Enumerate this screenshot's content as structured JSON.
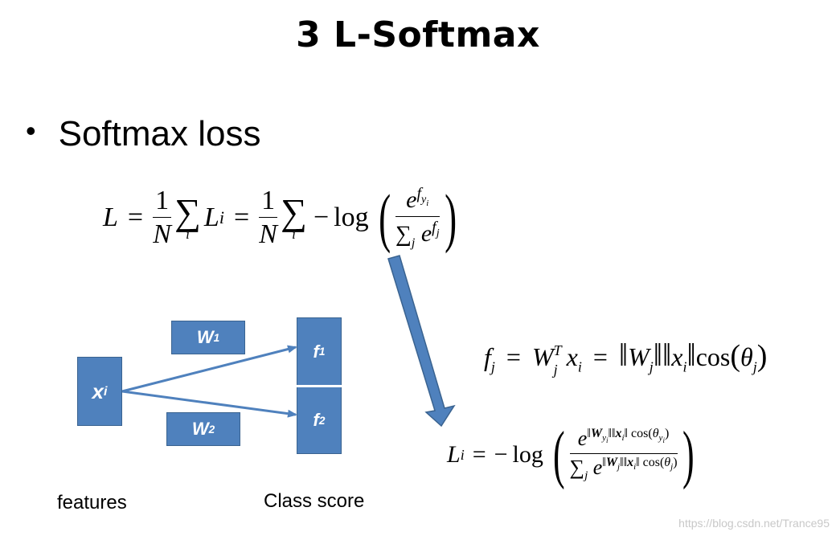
{
  "title": "3 L-Softmax",
  "bullet": {
    "text": "Softmax loss"
  },
  "formula_loss": {
    "lhs": "L",
    "one": "1",
    "N": "N",
    "sum_index": "i",
    "Li": "L",
    "Li_sub": "i",
    "log": "log",
    "e": "e",
    "f": "f",
    "y": "y",
    "sum_j": "j"
  },
  "formula_fj": {
    "text_left": "f",
    "sub_j": "j",
    "W": "W",
    "T": "T",
    "x": "x",
    "sub_i": "i",
    "cos": "cos",
    "theta": "θ"
  },
  "formula_li": {
    "L": "L",
    "sub_i": "i",
    "log": "log",
    "e": "e",
    "W": "W",
    "x": "x",
    "cos": "cos",
    "theta": "θ",
    "y": "y",
    "j": "j"
  },
  "diagram": {
    "node_x": "x",
    "node_x_sub": "i",
    "weight_1": "W",
    "weight_1_sub": "1",
    "weight_2": "W",
    "weight_2_sub": "2",
    "score_1": "f",
    "score_1_sub": "1",
    "score_2": "f",
    "score_2_sub": "2",
    "box_color": "#4f81bd",
    "arrow_color": "#4f81bd"
  },
  "captions": {
    "features": "features",
    "class_score": "Class score"
  },
  "watermark": "https://blog.csdn.net/Trance95"
}
